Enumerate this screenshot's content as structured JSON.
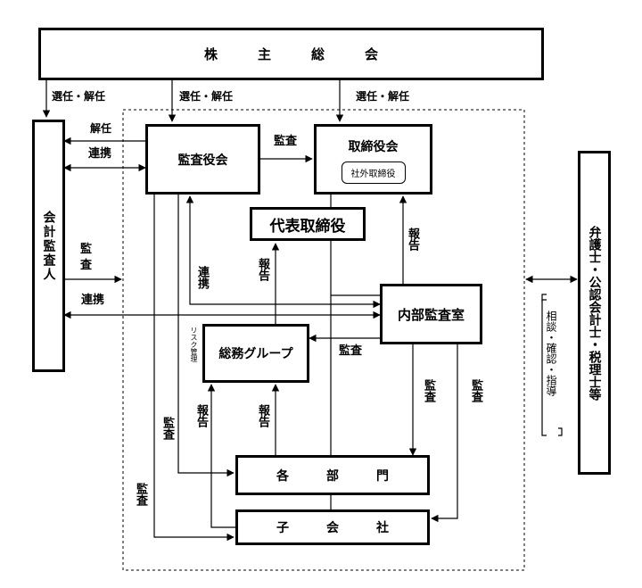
{
  "nodes": {
    "shareholders": "株　　　主　　　総　　　会",
    "audit_committee": "監査役会",
    "board": "取締役会",
    "outside_directors": "社外取締役",
    "representative": "代表取締役",
    "internal_audit": "内部監査室",
    "general_affairs": "総務グループ",
    "departments": "各　　　部　　　門",
    "subsidiaries": "子　　　会　　　社",
    "accounting_auditor": "会計監査人",
    "professionals": "弁護士・公認会計士・税理士等"
  },
  "labels": {
    "select_dismiss": "選任・解任",
    "dismiss": "解任",
    "cooperation": "連携",
    "audit": "監査",
    "report": "報告",
    "risk_management": "リスク管理",
    "consultation": "相談・確認・指導"
  }
}
